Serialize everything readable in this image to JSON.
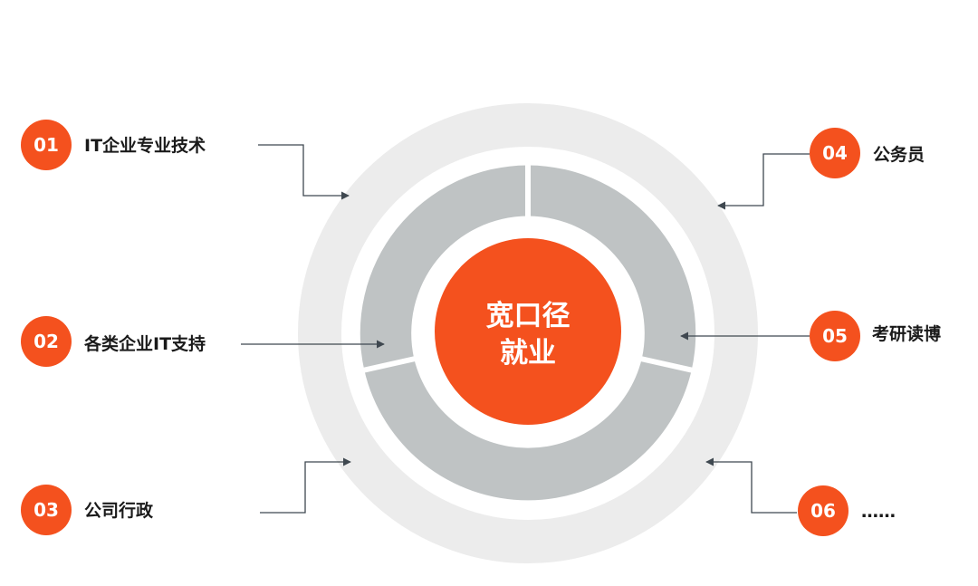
{
  "center": {
    "line1": "宽口径",
    "line2": "就业"
  },
  "items": [
    {
      "number": "01",
      "label": "IT企业专业技术"
    },
    {
      "number": "02",
      "label": "各类企业IT支持"
    },
    {
      "number": "03",
      "label": "公司行政"
    },
    {
      "number": "04",
      "label": "公务员"
    },
    {
      "number": "05",
      "label": "考研读博"
    },
    {
      "number": "06",
      "label": "……"
    }
  ],
  "colors": {
    "accent": "#f4511e",
    "outer_ring": "#ececec",
    "segment": "#bfc3c4",
    "connector": "#3f4850",
    "text": "#1a1a1a"
  }
}
